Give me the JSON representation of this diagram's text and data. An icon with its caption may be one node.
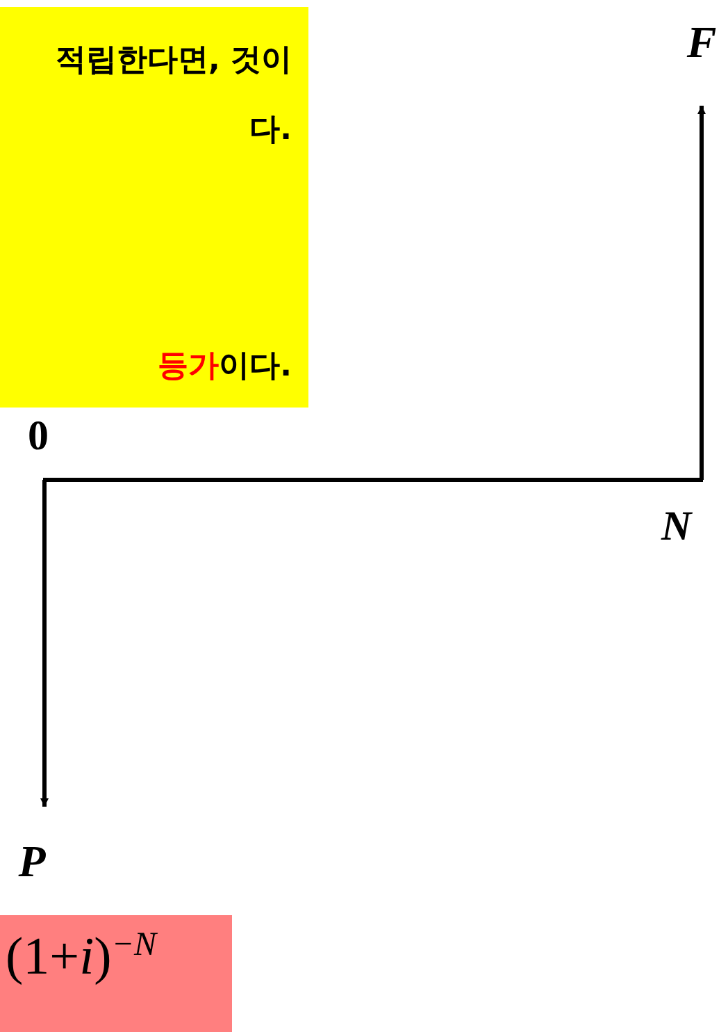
{
  "diagram": {
    "nodes": [
      {
        "text": [
          "적립한다면, 것이다.",
          "**등가**이다."
        ]
      },
      {
        "text": [
          "F"
        ]
      },
      {
        "text": [
          "P"
        ]
      },
      {
        "text": [
          "(1+*i*)$^{−N}$"
        ]
      }
    ],
    "edges": [
      {
        "from": null,
        "to": 1,
        "arrow": "to"
      },
      {
        "from": null,
        "to": 2,
        "arrow": "to"
      }
    ],
    "labels": [
      "0",
      "N"
    ]
  }
}
